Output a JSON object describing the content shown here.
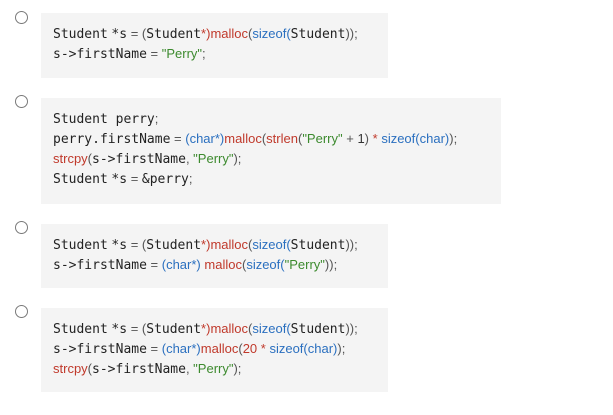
{
  "options": [
    {
      "lines": [
        [
          {
            "t": "Student",
            "c": "mono"
          },
          {
            "t": " ",
            "c": "op"
          },
          {
            "t": "*s",
            "c": "mono"
          },
          {
            "t": " = ",
            "c": "op"
          },
          {
            "t": "(",
            "c": "op"
          },
          {
            "t": "Student",
            "c": "mono"
          },
          {
            "t": "*)",
            "c": "kw"
          },
          {
            "t": "malloc",
            "c": "kw"
          },
          {
            "t": "(",
            "c": "op"
          },
          {
            "t": "sizeof",
            "c": "fn"
          },
          {
            "t": "(",
            "c": "fn"
          },
          {
            "t": "Student",
            "c": "mono"
          },
          {
            "t": "));",
            "c": "op"
          }
        ],
        [
          {
            "t": "s->firstName",
            "c": "mono"
          },
          {
            "t": " = ",
            "c": "op"
          },
          {
            "t": "\"Perry\"",
            "c": "str"
          },
          {
            "t": ";",
            "c": "op"
          }
        ]
      ]
    },
    {
      "lines": [
        [
          {
            "t": "Student perry",
            "c": "mono"
          },
          {
            "t": ";",
            "c": "op"
          }
        ],
        [
          {
            "t": "perry.firstName",
            "c": "mono"
          },
          {
            "t": " = ",
            "c": "op"
          },
          {
            "t": "(char*)",
            "c": "fn"
          },
          {
            "t": "malloc",
            "c": "kw"
          },
          {
            "t": "(",
            "c": "op"
          },
          {
            "t": "strlen",
            "c": "kw"
          },
          {
            "t": "(",
            "c": "op"
          },
          {
            "t": "\"Perry\"",
            "c": "str"
          },
          {
            "t": " + ",
            "c": "op"
          },
          {
            "t": "1",
            "c": "num"
          },
          {
            "t": ")",
            "c": "op"
          },
          {
            "t": " * ",
            "c": "kw"
          },
          {
            "t": "sizeof",
            "c": "fn"
          },
          {
            "t": "(char)",
            "c": "fn"
          },
          {
            "t": ");",
            "c": "op"
          }
        ],
        [
          {
            "t": "strcpy",
            "c": "kw"
          },
          {
            "t": "(",
            "c": "op"
          },
          {
            "t": "s->firstName",
            "c": "mono"
          },
          {
            "t": ", ",
            "c": "op"
          },
          {
            "t": "\"Perry\"",
            "c": "str"
          },
          {
            "t": ");",
            "c": "op"
          }
        ],
        [
          {
            "t": "Student",
            "c": "mono"
          },
          {
            "t": " ",
            "c": "op"
          },
          {
            "t": "*s",
            "c": "mono"
          },
          {
            "t": " = ",
            "c": "op"
          },
          {
            "t": "&perry",
            "c": "mono"
          },
          {
            "t": ";",
            "c": "op"
          }
        ]
      ]
    },
    {
      "lines": [
        [
          {
            "t": "Student",
            "c": "mono"
          },
          {
            "t": " ",
            "c": "op"
          },
          {
            "t": "*s",
            "c": "mono"
          },
          {
            "t": " = ",
            "c": "op"
          },
          {
            "t": "(",
            "c": "op"
          },
          {
            "t": "Student",
            "c": "mono"
          },
          {
            "t": "*)",
            "c": "kw"
          },
          {
            "t": "malloc",
            "c": "kw"
          },
          {
            "t": "(",
            "c": "op"
          },
          {
            "t": "sizeof",
            "c": "fn"
          },
          {
            "t": "(",
            "c": "fn"
          },
          {
            "t": "Student",
            "c": "mono"
          },
          {
            "t": "));",
            "c": "op"
          }
        ],
        [
          {
            "t": "s->firstName",
            "c": "mono"
          },
          {
            "t": " = ",
            "c": "op"
          },
          {
            "t": "(char*)",
            "c": "fn"
          },
          {
            "t": " ",
            "c": "op"
          },
          {
            "t": "malloc",
            "c": "kw"
          },
          {
            "t": "(",
            "c": "op"
          },
          {
            "t": "sizeof",
            "c": "fn"
          },
          {
            "t": "(",
            "c": "fn"
          },
          {
            "t": "\"Perry\"",
            "c": "str"
          },
          {
            "t": "));",
            "c": "op"
          }
        ]
      ]
    },
    {
      "lines": [
        [
          {
            "t": "Student",
            "c": "mono"
          },
          {
            "t": " ",
            "c": "op"
          },
          {
            "t": "*s",
            "c": "mono"
          },
          {
            "t": " = ",
            "c": "op"
          },
          {
            "t": "(",
            "c": "op"
          },
          {
            "t": "Student",
            "c": "mono"
          },
          {
            "t": "*)",
            "c": "kw"
          },
          {
            "t": "malloc",
            "c": "kw"
          },
          {
            "t": "(",
            "c": "op"
          },
          {
            "t": "sizeof",
            "c": "fn"
          },
          {
            "t": "(",
            "c": "fn"
          },
          {
            "t": "Student",
            "c": "mono"
          },
          {
            "t": "));",
            "c": "op"
          }
        ],
        [
          {
            "t": "s->firstName",
            "c": "mono"
          },
          {
            "t": " = ",
            "c": "op"
          },
          {
            "t": "(char*)",
            "c": "fn"
          },
          {
            "t": "malloc",
            "c": "kw"
          },
          {
            "t": "(",
            "c": "op"
          },
          {
            "t": "20",
            "c": "kw"
          },
          {
            "t": " * ",
            "c": "kw"
          },
          {
            "t": "sizeof",
            "c": "fn"
          },
          {
            "t": "(char)",
            "c": "fn"
          },
          {
            "t": ");",
            "c": "op"
          }
        ],
        [
          {
            "t": "strcpy",
            "c": "kw"
          },
          {
            "t": "(",
            "c": "op"
          },
          {
            "t": "s->firstName",
            "c": "mono"
          },
          {
            "t": ", ",
            "c": "op"
          },
          {
            "t": "\"Perry\"",
            "c": "str"
          },
          {
            "t": ");",
            "c": "op"
          }
        ]
      ]
    }
  ]
}
